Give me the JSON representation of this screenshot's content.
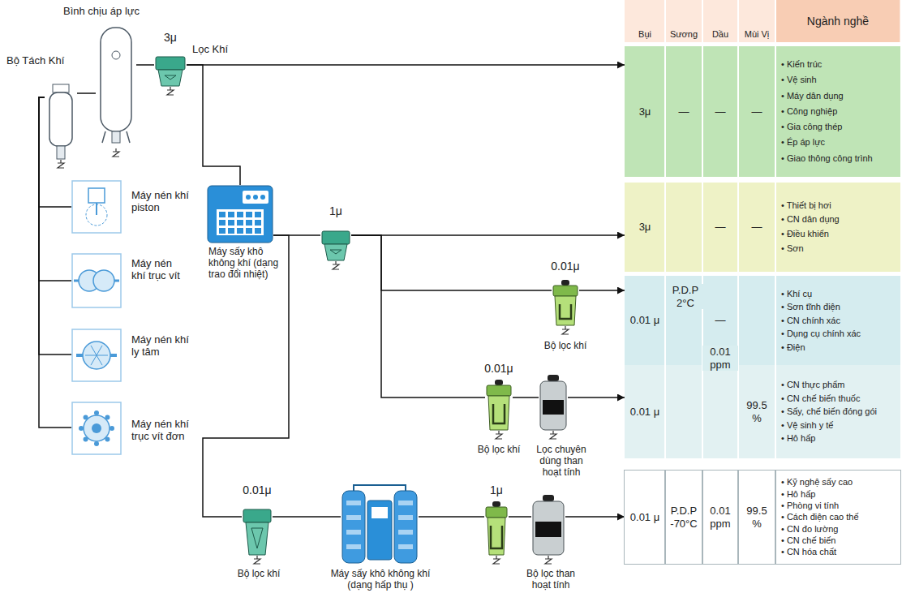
{
  "diagram": {
    "nodes": [
      {
        "text": [
          "Bộ Tách Khí"
        ]
      },
      {
        "text": [
          "Bình chịu áp lực"
        ]
      },
      {
        "text": [
          "3μ",
          "Lọc Khí"
        ]
      },
      {
        "text": [
          "Bụi",
          "Sương",
          "Dầu",
          "Mùi Vị",
          "Ngành nghề"
        ]
      },
      {
        "text": [
          "3μ",
          "—",
          "—",
          "—",
          "• Kiến trúc",
          "• Vệ sinh",
          "• Máy dân dụng",
          "• Công nghiệp",
          "• Gia công thép",
          "• Ép áp lực",
          "• Giao thông công trình"
        ]
      },
      {
        "text": [
          "Máy nén khí piston"
        ]
      },
      {
        "text": [
          "Máy sấy khô không khí (dạng trao đổi nhiệt)"
        ]
      },
      {
        "text": [
          "1μ"
        ]
      },
      {
        "text": [
          "3μ",
          "—",
          "—",
          "• Thiết bị hơi",
          "• CN dân dụng",
          "• Điều khiển",
          "• Sơn"
        ]
      },
      {
        "text": [
          "Máy nén khí trục vít"
        ]
      },
      {
        "text": [
          "0.01μ",
          "Bộ lọc khí"
        ]
      },
      {
        "text": [
          "0.01 μ",
          "—",
          "• Khí cụ",
          "• Sơn tĩnh điện",
          "• CN chính xác",
          "• Dụng cụ chính xác",
          "• Điện"
        ]
      },
      {
        "text": [
          "Máy nén khí ly tâm"
        ]
      },
      {
        "text": [
          "0.01μ",
          "Bộ lọc khí"
        ]
      },
      {
        "text": [
          "Lọc chuyên dùng than hoạt tính"
        ]
      },
      {
        "text": [
          "0.01 μ",
          "99.5 %",
          "• CN thực phẩm",
          "• CN chế biến thuốc",
          "• Sấy, chế biến đóng gói",
          "• Vệ sinh y tế",
          "• Hô hấp"
        ]
      },
      {
        "text": [
          "Máy nén khí trục vít đơn"
        ]
      },
      {
        "text": [
          "0.01μ",
          "Bộ lọc khí"
        ]
      },
      {
        "text": [
          "Máy sấy khô không khí (dạng hấp thụ )"
        ]
      },
      {
        "text": [
          "1μ"
        ]
      },
      {
        "text": [
          "Bộ lọc than hoạt tính"
        ]
      },
      {
        "text": [
          "0.01 μ",
          "P.D.P -70°C",
          "0.01 ppm",
          "99.5 %",
          "• Kỹ nghệ sấy cao",
          "• Hô hấp",
          "• Phòng vi tính",
          "• Cách điện cao thế",
          "• CN đo lường",
          "• CN chế biến",
          "• CN hóa chất"
        ]
      }
    ],
    "edges": [
      {
        "from": 5,
        "to": 0,
        "arrow": "none"
      },
      {
        "from": 9,
        "to": 0,
        "arrow": "none"
      },
      {
        "from": 12,
        "to": 0,
        "arrow": "none"
      },
      {
        "from": 16,
        "to": 0,
        "arrow": "none"
      },
      {
        "from": 0,
        "to": 1,
        "arrow": "none"
      },
      {
        "from": 1,
        "to": 2,
        "arrow": "none"
      },
      {
        "from": 2,
        "to": 4,
        "arrow": "to"
      },
      {
        "from": 2,
        "to": 6,
        "arrow": "none"
      },
      {
        "from": 6,
        "to": 7,
        "arrow": "none"
      },
      {
        "from": 7,
        "to": 8,
        "arrow": "to"
      },
      {
        "from": 7,
        "to": 10,
        "arrow": "none"
      },
      {
        "from": 10,
        "to": 11,
        "arrow": "to"
      },
      {
        "from": 7,
        "to": 13,
        "arrow": "none"
      },
      {
        "from": 13,
        "to": 14,
        "arrow": "none"
      },
      {
        "from": 14,
        "to": 15,
        "arrow": "to"
      },
      {
        "from": 6,
        "to": 17,
        "arrow": "none"
      },
      {
        "from": 17,
        "to": 18,
        "arrow": "none"
      },
      {
        "from": 18,
        "to": 19,
        "arrow": "none"
      },
      {
        "from": 19,
        "to": 20,
        "arrow": "none"
      },
      {
        "from": 20,
        "to": 21,
        "arrow": "to"
      }
    ],
    "labels": [
      "P.D.P 2°C",
      "0.01 ppm"
    ]
  }
}
